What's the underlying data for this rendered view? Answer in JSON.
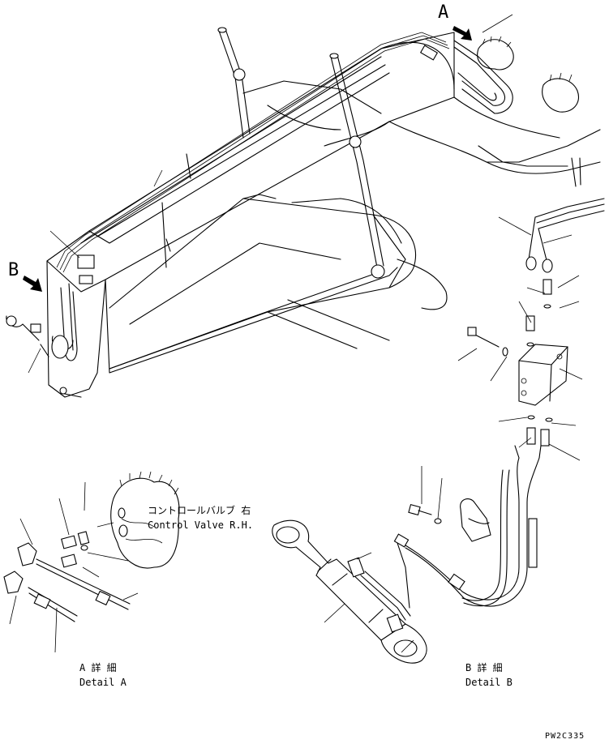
{
  "labels": {
    "view_a": "A",
    "view_b": "B",
    "control_valve_jp": "コントロールバルブ 右",
    "control_valve_en": "Control Valve R.H.",
    "detail_a_jp": "A 詳 細",
    "detail_a_en": "Detail A",
    "detail_b_jp": "B 詳 細",
    "detail_b_en": "Detail B",
    "drawing_code": "PW2C335"
  }
}
